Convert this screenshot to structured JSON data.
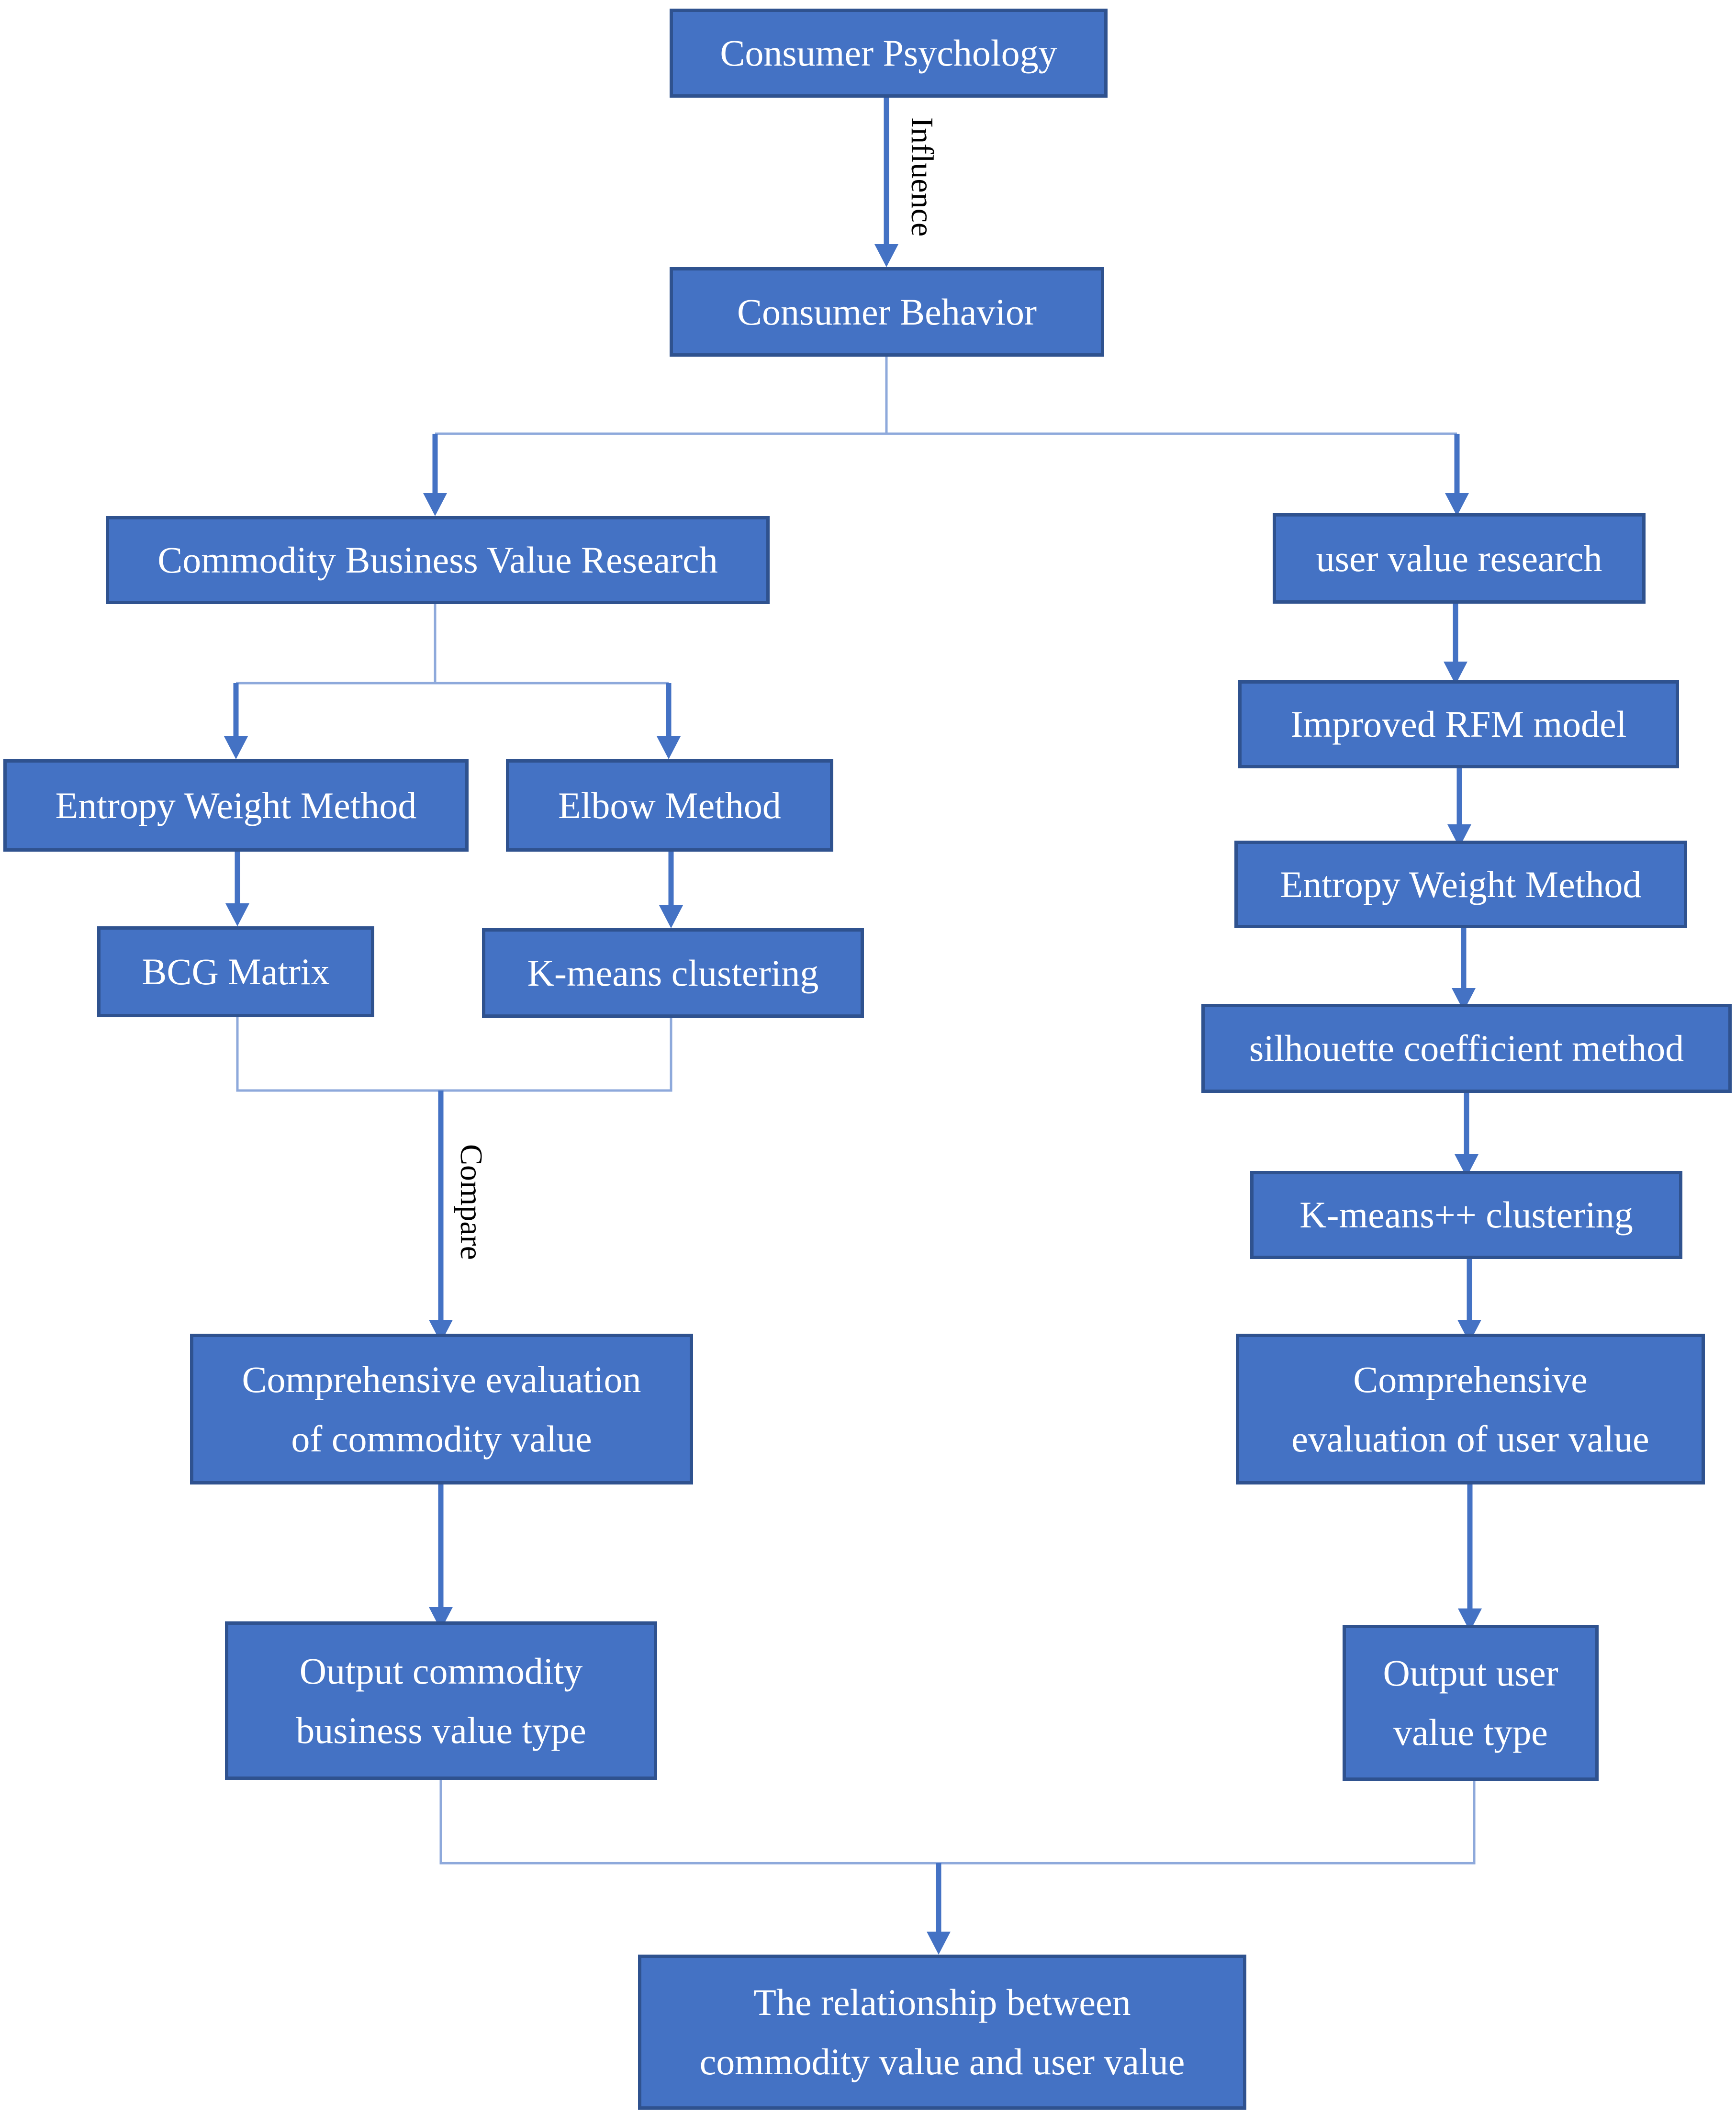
{
  "theme": {
    "node_fill": "#4472C4",
    "node_border": "#2F528F",
    "arrow_color": "#4472C4",
    "connector_color": "#8EA9DB",
    "text_color": "#FFFFFF"
  },
  "nodes": {
    "consumer_psychology": "Consumer Psychology",
    "consumer_behavior": "Consumer Behavior",
    "commodity_research": "Commodity Business Value Research",
    "user_research": "user value research",
    "entropy_left": "Entropy Weight Method",
    "elbow": "Elbow Method",
    "bcg": "BCG Matrix",
    "kmeans": "K-means clustering",
    "rfm": "Improved RFM model",
    "entropy_right": "Entropy Weight Method",
    "silhouette": "silhouette coefficient method",
    "kmeanspp": "K-means++ clustering",
    "eval_commodity": "Comprehensive evaluation\nof commodity value",
    "eval_user": "Comprehensive\nevaluation of user value",
    "out_commodity": "Output commodity\nbusiness value type",
    "out_user": "Output user\nvalue type",
    "relationship": "The relationship between\ncommodity value and user value"
  },
  "edges": {
    "influence": "Influence",
    "compare": "Compare"
  }
}
